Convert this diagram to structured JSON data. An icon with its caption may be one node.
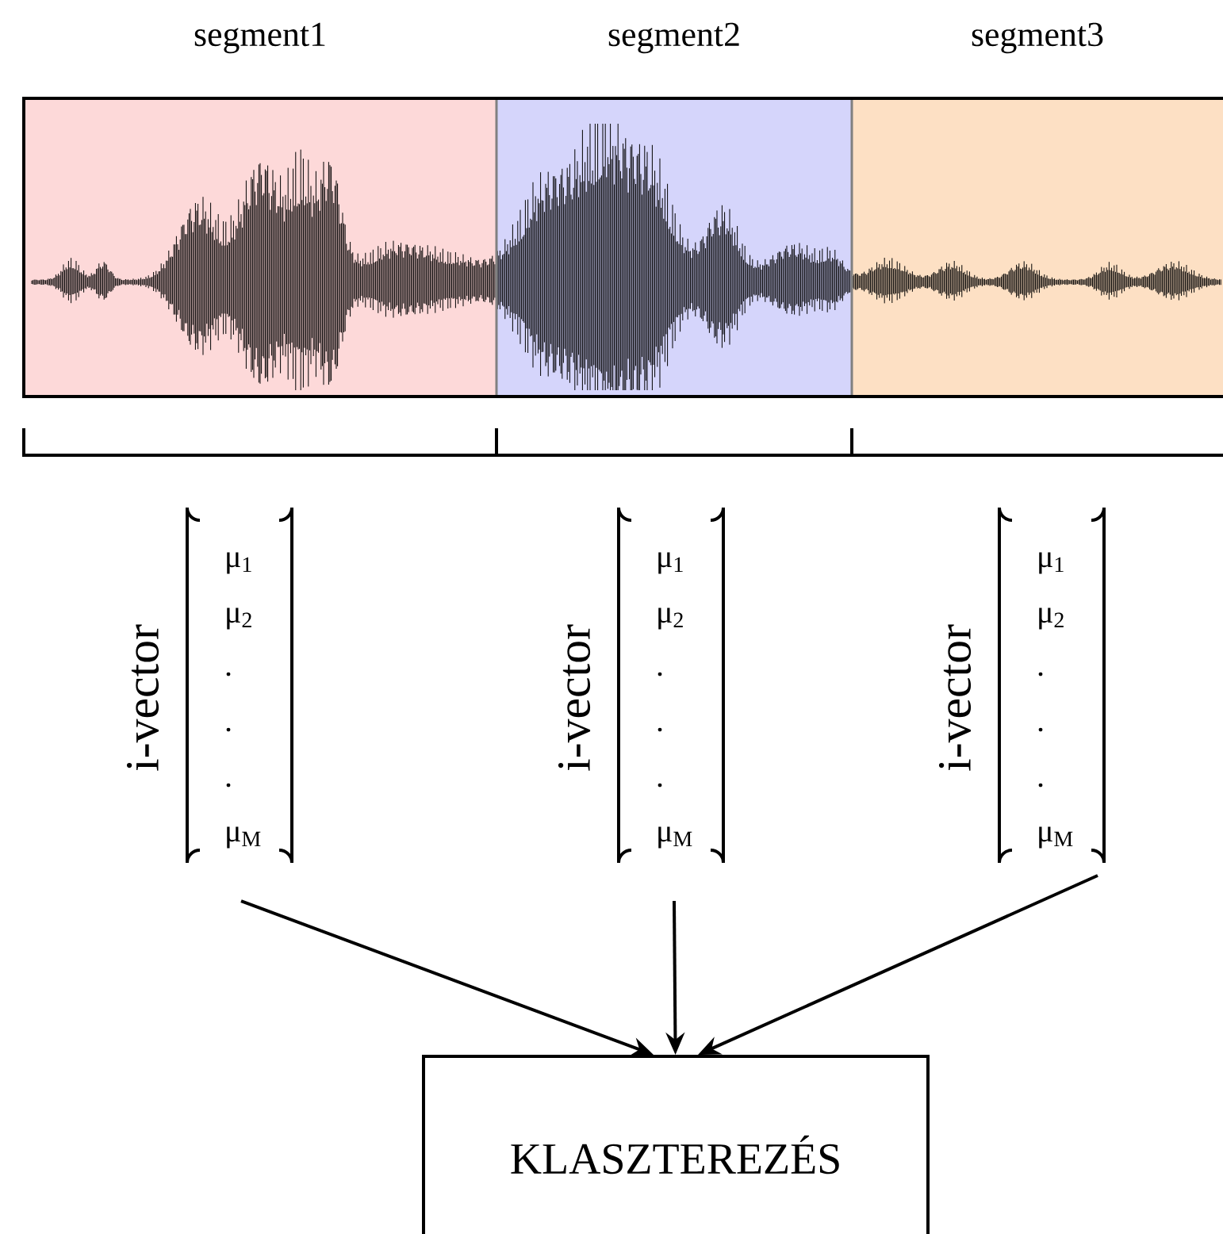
{
  "diagram": {
    "nodes": [
      {
        "text": [
          "segment1"
        ]
      },
      {
        "text": [
          "segment2"
        ]
      },
      {
        "text": [
          "segment3"
        ]
      },
      {
        "text": [
          "i-vector",
          "μ$_{1}$",
          "μ$_{2}$",
          ".",
          ".",
          ".",
          "μ$_{M}$"
        ]
      },
      {
        "text": [
          "i-vector",
          "μ$_{1}$",
          "μ$_{2}$",
          ".",
          ".",
          ".",
          "μ$_{M}$"
        ]
      },
      {
        "text": [
          "i-vector",
          "μ$_{1}$",
          "μ$_{2}$",
          ".",
          ".",
          ".",
          "μ$_{M}$"
        ]
      },
      {
        "text": [
          "KLASZTEREZÉS"
        ]
      }
    ],
    "edges": [
      {
        "from": 3,
        "to": 6,
        "arrow": "to"
      },
      {
        "from": 4,
        "to": 6,
        "arrow": "to"
      },
      {
        "from": 5,
        "to": 6,
        "arrow": "to"
      }
    ]
  }
}
